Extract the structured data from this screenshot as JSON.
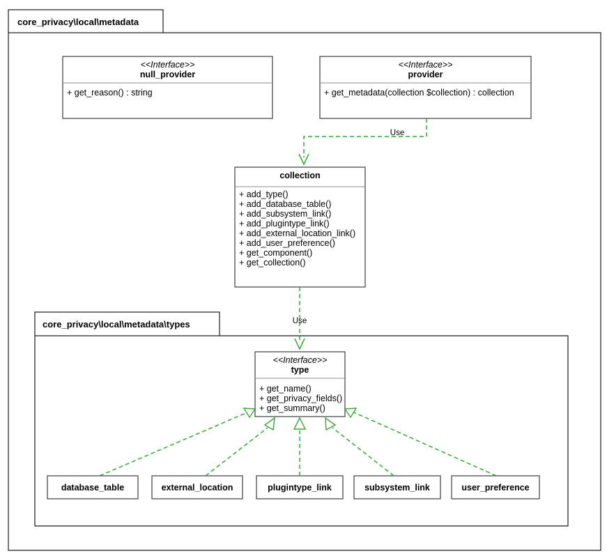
{
  "diagram": {
    "title": "core_privacy\\local\\metadata",
    "kind": "uml-class-diagram",
    "colors": {
      "relationship": "#33aa33",
      "class_border": "#595959",
      "package_border": "#1a1a1a",
      "background": "#ffffff"
    }
  },
  "packages": [
    {
      "id": "pkg-outer",
      "label": "core_privacy\\local\\metadata"
    },
    {
      "id": "pkg-types",
      "label": "core_privacy\\local\\metadata\\types"
    }
  ],
  "classes": {
    "null_provider": {
      "stereotype": "<<Interface>>",
      "name": "null_provider",
      "members": [
        "+ get_reason() : string"
      ]
    },
    "provider": {
      "stereotype": "<<Interface>>",
      "name": "provider",
      "members": [
        "+ get_metadata(collection $collection) : collection"
      ]
    },
    "collection": {
      "stereotype": "",
      "name": "collection",
      "members": [
        "+ add_type()",
        "+ add_database_table()",
        "+ add_subsystem_link()",
        "+ add_plugintype_link()",
        "+ add_external_location_link()",
        "+ add_user_preference()",
        "+ get_component()",
        "+ get_collection()"
      ]
    },
    "type": {
      "stereotype": "<<Interface>>",
      "name": "type",
      "members": [
        "+ get_name()",
        "+ get_privacy_fields()",
        "+ get_summary()"
      ]
    }
  },
  "type_implementations": [
    {
      "id": "database_table",
      "name": "database_table"
    },
    {
      "id": "external_location",
      "name": "external_location"
    },
    {
      "id": "plugintype_link",
      "name": "plugintype_link"
    },
    {
      "id": "subsystem_link",
      "name": "subsystem_link"
    },
    {
      "id": "user_preference",
      "name": "user_preference"
    }
  ],
  "relationships": [
    {
      "id": "provider-uses-collection",
      "from": "provider",
      "to": "collection",
      "kind": "dependency",
      "label": "Use"
    },
    {
      "id": "collection-uses-type",
      "from": "collection",
      "to": "type",
      "kind": "dependency",
      "label": "Use"
    },
    {
      "id": "database_table-realizes-type",
      "from": "database_table",
      "to": "type",
      "kind": "realization",
      "label": ""
    },
    {
      "id": "external_location-realizes-type",
      "from": "external_location",
      "to": "type",
      "kind": "realization",
      "label": ""
    },
    {
      "id": "plugintype_link-realizes-type",
      "from": "plugintype_link",
      "to": "type",
      "kind": "realization",
      "label": ""
    },
    {
      "id": "subsystem_link-realizes-type",
      "from": "subsystem_link",
      "to": "type",
      "kind": "realization",
      "label": ""
    },
    {
      "id": "user_preference-realizes-type",
      "from": "user_preference",
      "to": "type",
      "kind": "realization",
      "label": ""
    }
  ]
}
